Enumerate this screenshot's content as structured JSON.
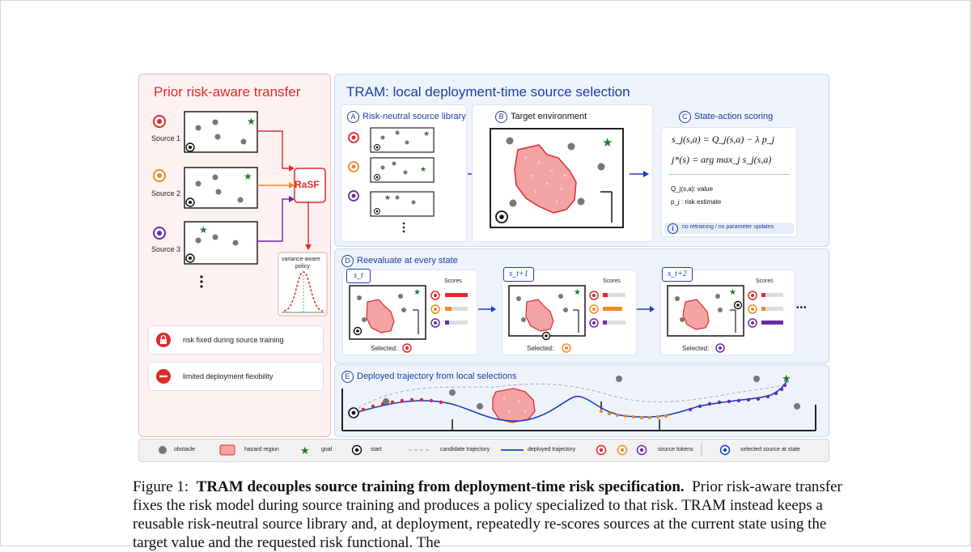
{
  "left_panel": {
    "title": "Prior risk-aware transfer",
    "sources": [
      "Source 1",
      "Source 2",
      "Source 3"
    ],
    "rasf_label": "RaSF",
    "policy_label_1": "variance-aware",
    "policy_label_2": "policy",
    "notes": [
      "risk fixed during source training",
      "limited deployment flexibility"
    ]
  },
  "main_panel": {
    "title": "TRAM: local deployment-time source selection",
    "a_letter": "A",
    "a_title": "Risk-neutral source library",
    "b_letter": "B",
    "b_title": "Target environment",
    "c_letter": "C",
    "c_title": "State-action scoring",
    "eq1": "s_j(s,a) = Q_j(s,a) − λ p_j",
    "eq2": "j*(s) = arg max_j s_j(s,a)",
    "def_q": "Q_j(s,a):  value",
    "def_p": "p_j  :  risk estimate",
    "info": "no retraining / no parameter updates"
  },
  "panel_d": {
    "letter": "D",
    "title": "Reevaluate at every state",
    "states": [
      "s_t",
      "s_t+1",
      "s_t+2"
    ],
    "scores_label": "Scores",
    "selected_label": "Selected:",
    "ellipsis": "•••"
  },
  "panel_e": {
    "letter": "E",
    "title": "Deployed trajectory from local selections"
  },
  "legend": {
    "obstacle": "obstacle",
    "hazard": "hazard region",
    "goal": "goal",
    "start": "start",
    "candidate": "candidate trajectory",
    "deployed": "deployed trajectory",
    "tokens": "source tokens",
    "selected": "selected source at state"
  },
  "colors": {
    "red": "#e02a2a",
    "orange": "#f08a24",
    "purple": "#6a2aa8",
    "blue": "#1a3fbf",
    "green": "#1e7a2a"
  },
  "caption": {
    "label": "Figure 1:",
    "bold": "TRAM decouples source training from deployment-time risk specification.",
    "text": "Prior risk-aware transfer fixes the risk model during source training and produces a policy specialized to that risk. TRAM instead keeps a reusable risk-neutral source library and, at deployment, repeatedly re-scores sources at the current state using the target value and the requested risk functional. The"
  }
}
